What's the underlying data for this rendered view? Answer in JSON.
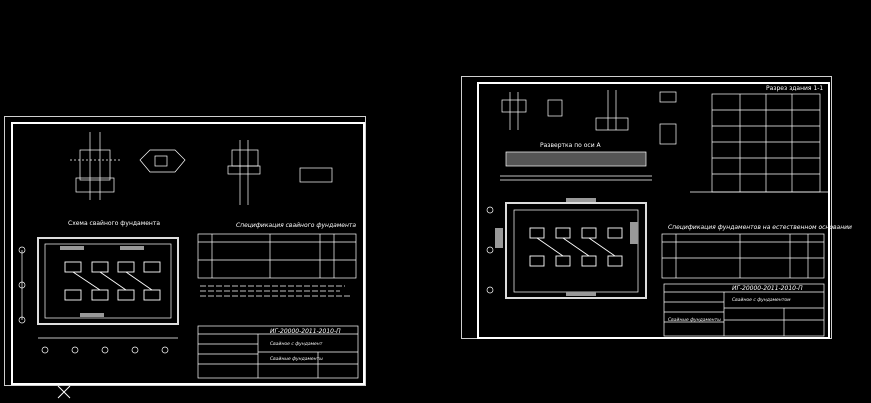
{
  "drawing_left": {
    "title_plan": "Схема свайного фундамента",
    "title_spec": "Спецификация свайного фундамента",
    "stamp_code": "ИГ-20000-2011-2010-П",
    "stamp_name": "Свайное с фундамент",
    "stamp_sheet": "Свайные фундаменты"
  },
  "drawing_right": {
    "title_section": "Разрез здания 1-1",
    "title_elevation": "Развертка по оси А",
    "title_spec": "Спецификация фундаментов на естественном основании",
    "stamp_code": "ИГ-20000-2011-2010-П",
    "stamp_name": "Свайное с фундаментом",
    "stamp_sheet": "Свайные фундаменты"
  },
  "colors": {
    "background": "#000000",
    "lines": "#ffffff",
    "accent": "#c8c8c8"
  },
  "icons": {
    "ucs": "ucs-cross-icon"
  }
}
